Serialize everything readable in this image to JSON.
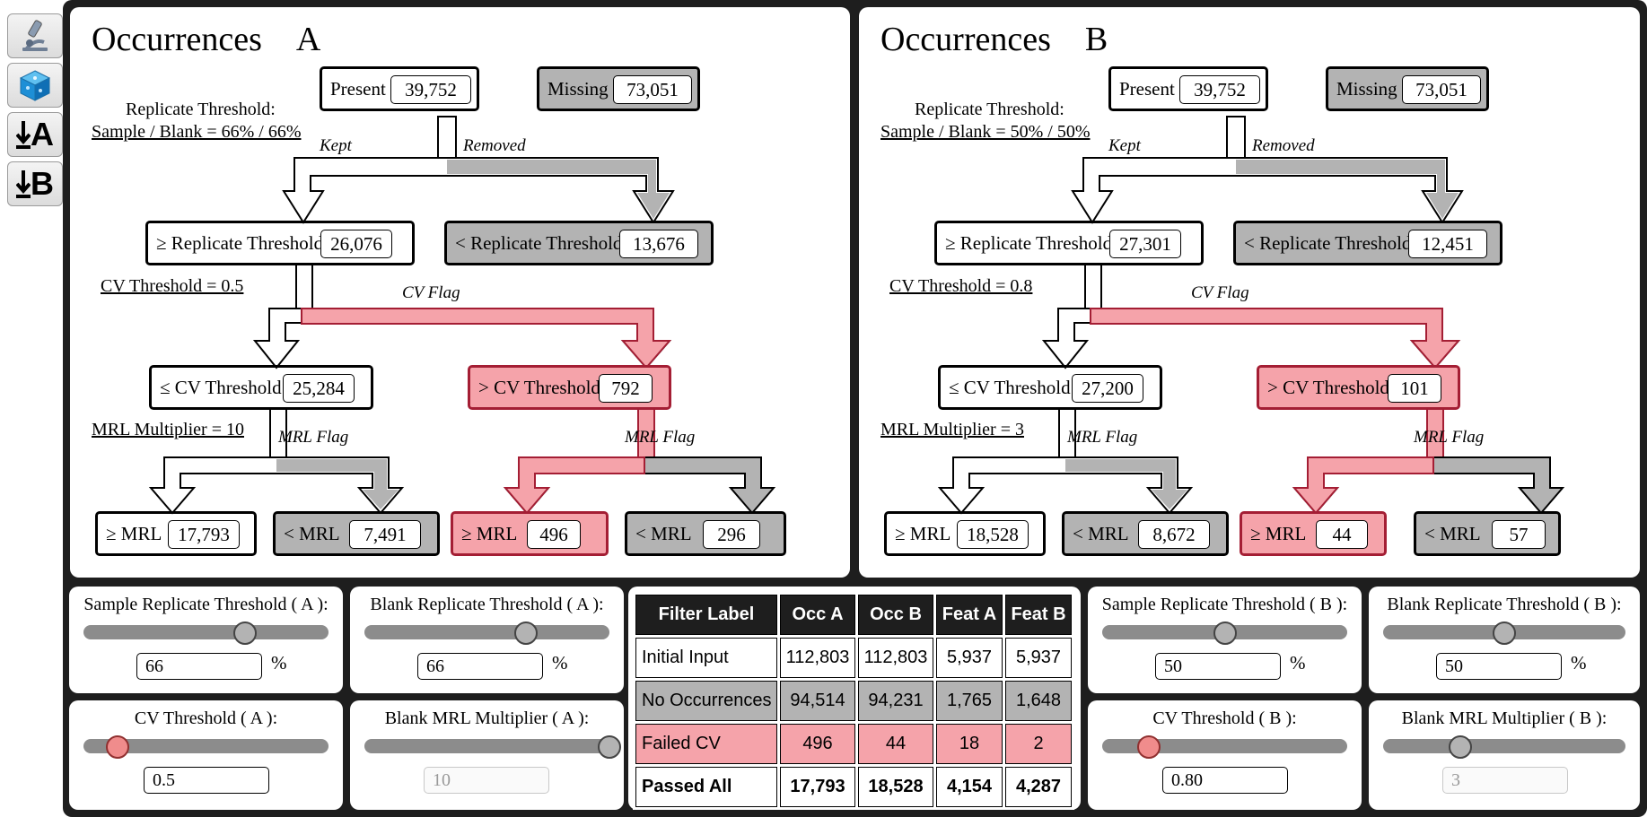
{
  "toolbar": {
    "buttons": [
      {
        "name": "microscope-button",
        "icon": "microscope-icon",
        "label": ""
      },
      {
        "name": "cube-button",
        "icon": "cube-icon",
        "label": ""
      },
      {
        "name": "download-a-button",
        "icon": "download-icon",
        "label": "A"
      },
      {
        "name": "download-b-button",
        "icon": "download-icon",
        "label": "B"
      }
    ]
  },
  "colors": {
    "grey": "#b3b3b3",
    "pink": "#f5a3aa",
    "pink_border": "#a41e34",
    "frame": "#1e1e1e"
  },
  "panels": [
    {
      "title_word": "Occurrences",
      "title_letter": "A",
      "present_label": "Present",
      "present_value": "39,752",
      "missing_label": "Missing",
      "missing_value": "73,051",
      "replicate_label": "Replicate Threshold:",
      "replicate_setting": "Sample / Blank = 66% / 66%",
      "kept_label": "Kept",
      "removed_label": "Removed",
      "ge_rep_label": "≥ Replicate Threshold",
      "ge_rep_value": "26,076",
      "lt_rep_label": "< Replicate Threshold",
      "lt_rep_value": "13,676",
      "cv_setting": "CV Threshold = 0.5",
      "cv_flag_label": "CV Flag",
      "le_cv_label": "≤ CV Threshold",
      "le_cv_value": "25,284",
      "gt_cv_label": "> CV Threshold",
      "gt_cv_value": "792",
      "mrl_setting": "MRL Multiplier = 10",
      "mrl_flag_label": "MRL Flag",
      "ge_mrl_label": "≥ MRL",
      "ge_mrl_value": "17,793",
      "lt_mrl_label": "< MRL",
      "lt_mrl_value": "7,491",
      "ge_mrl_cv_label": "≥ MRL",
      "ge_mrl_cv_value": "496",
      "lt_mrl_cv_label": "< MRL",
      "lt_mrl_cv_value": "296"
    },
    {
      "title_word": "Occurrences",
      "title_letter": "B",
      "present_label": "Present",
      "present_value": "39,752",
      "missing_label": "Missing",
      "missing_value": "73,051",
      "replicate_label": "Replicate Threshold:",
      "replicate_setting": "Sample / Blank = 50% / 50%",
      "kept_label": "Kept",
      "removed_label": "Removed",
      "ge_rep_label": "≥ Replicate Threshold",
      "ge_rep_value": "27,301",
      "lt_rep_label": "< Replicate Threshold",
      "lt_rep_value": "12,451",
      "cv_setting": "CV Threshold = 0.8",
      "cv_flag_label": "CV Flag",
      "le_cv_label": "≤ CV Threshold",
      "le_cv_value": "27,200",
      "gt_cv_label": "> CV Threshold",
      "gt_cv_value": "101",
      "mrl_setting": "MRL Multiplier = 3",
      "mrl_flag_label": "MRL Flag",
      "ge_mrl_label": "≥ MRL",
      "ge_mrl_value": "18,528",
      "lt_mrl_label": "< MRL",
      "lt_mrl_value": "8,672",
      "ge_mrl_cv_label": "≥ MRL",
      "ge_mrl_cv_value": "44",
      "lt_mrl_cv_label": "< MRL",
      "lt_mrl_cv_value": "57"
    }
  ],
  "controls": {
    "a_sample": {
      "label": "Sample Replicate Threshold ( A ):",
      "value": "66",
      "unit": "%",
      "level": 0.66
    },
    "a_blank": {
      "label": "Blank Replicate Threshold ( A ):",
      "value": "66",
      "unit": "%",
      "level": 0.66
    },
    "a_cv": {
      "label": "CV Threshold ( A ):",
      "value": "0.5",
      "level": 0.14
    },
    "a_mrl": {
      "label": "Blank MRL Multiplier ( A ):",
      "value": "10",
      "level": 1.0
    },
    "b_sample": {
      "label": "Sample Replicate Threshold ( B ):",
      "value": "50",
      "unit": "%",
      "level": 0.5
    },
    "b_blank": {
      "label": "Blank Replicate Threshold ( B ):",
      "value": "50",
      "unit": "%",
      "level": 0.5
    },
    "b_cv": {
      "label": "CV Threshold ( B ):",
      "value": "0.80",
      "level": 0.19
    },
    "b_mrl": {
      "label": "Blank MRL Multiplier ( B ):",
      "value": "3",
      "level": 0.32
    }
  },
  "summary_table": {
    "headers": [
      "Filter Label",
      "Occ A",
      "Occ B",
      "Feat A",
      "Feat B"
    ],
    "rows": [
      [
        "Initial Input",
        "112,803",
        "112,803",
        "5,937",
        "5,937"
      ],
      [
        "No Occurrences",
        "94,514",
        "94,231",
        "1,765",
        "1,648"
      ],
      [
        "Failed CV",
        "496",
        "44",
        "18",
        "2"
      ],
      [
        "Passed All",
        "17,793",
        "18,528",
        "4,154",
        "4,287"
      ]
    ]
  }
}
